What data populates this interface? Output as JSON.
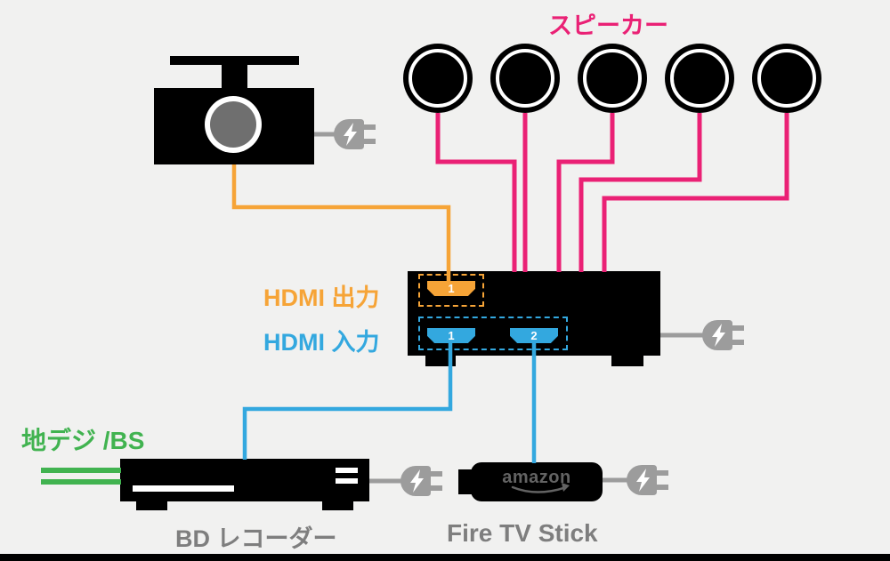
{
  "colors": {
    "bg": "#F1F1F0",
    "black": "#000000",
    "pink": "#EA2175",
    "orange": "#F6A437",
    "blue": "#33A8DF",
    "green": "#41B350",
    "gray": "#9C9C9C",
    "label_gray": "#7E7E7E",
    "lens_gray": "#6F6F6F",
    "amazon": "#636363"
  },
  "labels": {
    "speakers": "スピーカー",
    "hdmi_out": "HDMI 出力",
    "hdmi_in": "HDMI 入力",
    "antenna": "地デジ /BS",
    "bd_recorder": "BD レコーダー",
    "fire_tv": "Fire TV Stick"
  },
  "devices": {
    "fire_tv_brand": "amazon",
    "hdmi_out_port": "1",
    "hdmi_in_port_1": "1",
    "hdmi_in_port_2": "2"
  }
}
